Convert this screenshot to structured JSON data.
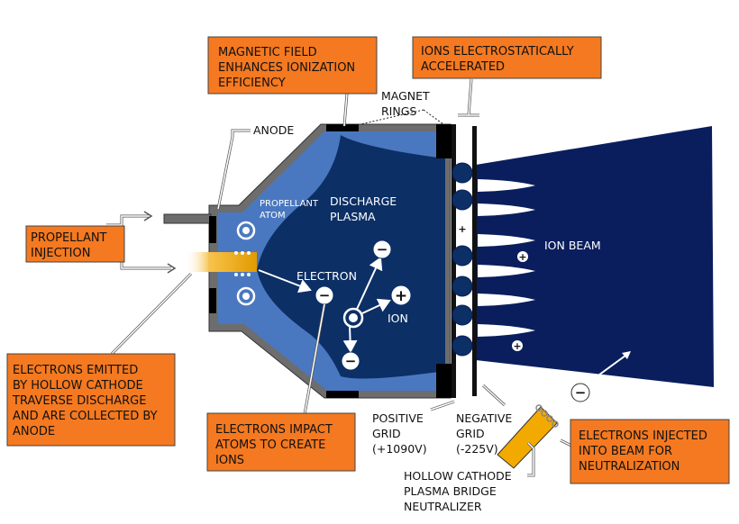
{
  "callouts": {
    "magnetic_field": [
      "MAGNETIC FIELD",
      "ENHANCES IONIZATION",
      "EFFICIENCY"
    ],
    "ions_accelerated": [
      "IONS ELECTROSTATICALLY",
      "ACCELERATED"
    ],
    "propellant_injection": [
      "PROPELLANT",
      "INJECTION"
    ],
    "electrons_emitted": [
      "ELECTRONS EMITTED",
      "BY HOLLOW CATHODE",
      "TRAVERSE DISCHARGE",
      "AND ARE COLLECTED BY",
      "ANODE"
    ],
    "electrons_impact": [
      "ELECTRONS IMPACT",
      "ATOMS TO CREATE",
      "IONS"
    ],
    "electrons_injected": [
      "ELECTRONS INJECTED",
      "INTO BEAM FOR",
      "NEUTRALIZATION"
    ]
  },
  "labels": {
    "magnet_rings": [
      "MAGNET",
      "RINGS"
    ],
    "anode": "ANODE",
    "propellant_atom": [
      "PROPELLANT",
      "ATOM"
    ],
    "discharge_plasma": [
      "DISCHARGE",
      "PLASMA"
    ],
    "electron": "ELECTRON",
    "ion": "ION",
    "ion_beam": "ION BEAM",
    "positive_grid": [
      "POSITIVE",
      "GRID",
      "(+1090V)"
    ],
    "negative_grid": [
      "NEGATIVE",
      "GRID",
      "(-225V)"
    ],
    "neutralizer": [
      "HOLLOW CATHODE",
      "PLASMA BRIDGE",
      "NEUTRALIZER"
    ]
  },
  "symbols": {
    "minus": "−",
    "plus": "+"
  },
  "colors": {
    "callout_fill": "#f47920",
    "chamber_wall": "#6d6d6d",
    "outer_plasma": "#4a78c0",
    "inner_plasma": "#0c2f66",
    "ion_beam": "#0a1e5e",
    "cathode": "#f2a900"
  }
}
